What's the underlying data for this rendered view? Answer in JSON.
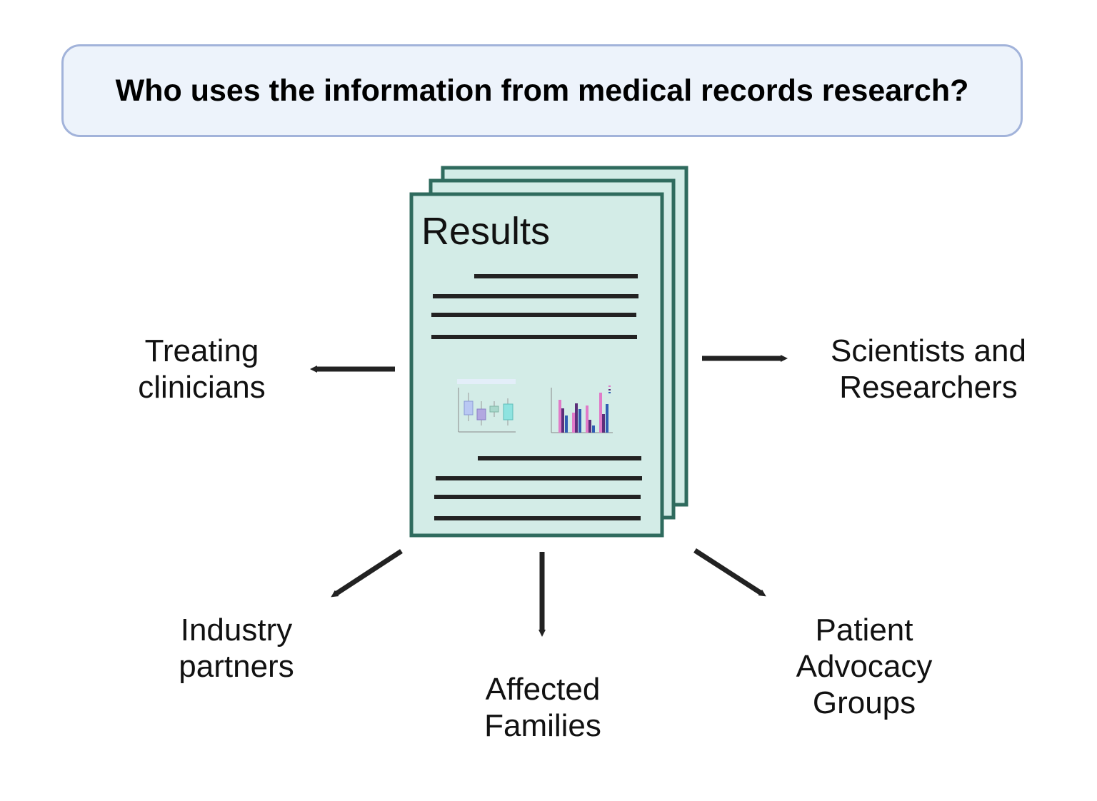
{
  "title": "Who uses the information from medical records research?",
  "document": {
    "heading": "Results"
  },
  "audiences": {
    "treating_clinicians": {
      "line1": "Treating",
      "line2": "clinicians"
    },
    "scientists": {
      "line1": "Scientists and",
      "line2": "Researchers"
    },
    "industry": {
      "line1": "Industry",
      "line2": "partners"
    },
    "families": {
      "line1": "Affected",
      "line2": "Families"
    },
    "advocacy": {
      "line1": "Patient",
      "line2": "Advocacy",
      "line3": "Groups"
    }
  },
  "colors": {
    "title_fill": "#edf3fb",
    "title_border": "#a2b3da",
    "page_fill": "#d3ece7",
    "page_border": "#2f6b5e",
    "arrow": "#222222",
    "text_line": "#222222"
  }
}
